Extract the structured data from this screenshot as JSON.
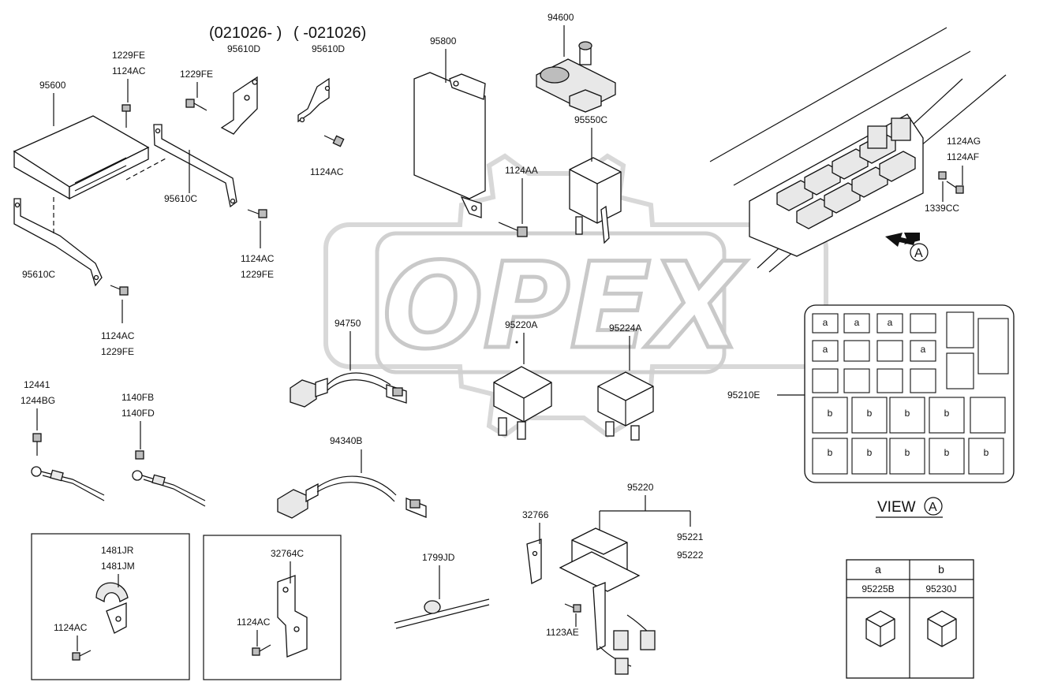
{
  "watermark": "OPEX",
  "headers": {
    "date_left": "(021026- )",
    "date_right": "( -021026)"
  },
  "labels": {
    "p94600": "94600",
    "p95800": "95800",
    "p95610d_l": "95610D",
    "p95610d_r": "95610D",
    "p1229fe_a": "1229FE",
    "p1124ac_a": "1124AC",
    "p1229fe_b": "1229FE",
    "p95600": "95600",
    "p95610c_a": "95610C",
    "p95610c_b": "95610C",
    "p1124ac_b": "1124AC",
    "p1229fe_c": "1229FE",
    "p1124ac_c": "1124AC",
    "p1229fe_d": "1229FE",
    "p1124ac_d": "1124AC",
    "p95550c": "95550C",
    "p1124aa": "1124AA",
    "p1124ag": "1124AG",
    "p1124af": "1124AF",
    "p1339cc": "1339CC",
    "p94750": "94750",
    "p95220a": "95220A",
    "p95224a": "95224A",
    "p95210e": "95210E",
    "p12441": "12441",
    "p1244bg": "1244BG",
    "p1140fb": "1140FB",
    "p1140fd": "1140FD",
    "p94340b": "94340B",
    "p95220": "95220",
    "p32766": "32766",
    "p95221": "95221",
    "p95222": "95222",
    "p1123ae": "1123AE",
    "p1799jd": "1799JD",
    "p1481jr": "1481JR",
    "p1481jm": "1481JM",
    "p1124ac_e": "1124AC",
    "p32764c": "32764C",
    "p1124ac_f": "1124AC",
    "view_a": "VIEW",
    "view_a_letter": "A",
    "marker_a": "A"
  },
  "fuse_box": {
    "cells_a": [
      "a",
      "a",
      "a",
      "a",
      "a"
    ],
    "cells_b": [
      "b",
      "b",
      "b",
      "b",
      "b",
      "b",
      "b",
      "b",
      "b"
    ]
  },
  "legend": {
    "col_a": "a",
    "col_b": "b",
    "part_a": "95225B",
    "part_b": "95230J"
  }
}
